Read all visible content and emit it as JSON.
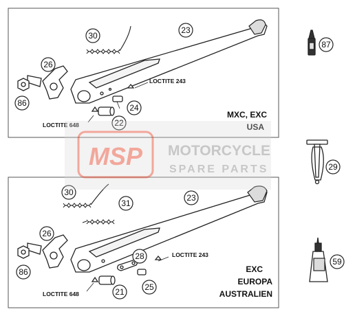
{
  "upper_panel": {
    "labels": {
      "loctite_243": "LOCTITE 243",
      "loctite_648": "LOCTITE 648",
      "model_line": "MXC, EXC",
      "region_line": "USA"
    },
    "callouts": [
      "30",
      "23",
      "26",
      "86",
      "24",
      "22"
    ]
  },
  "lower_panel": {
    "labels": {
      "loctite_243": "LOCTITE 243",
      "loctite_648": "LOCTITE 648",
      "model_line": "EXC",
      "region_line_1": "EUROPA",
      "region_line_2": "AUSTRALIEN"
    },
    "callouts": [
      "30",
      "31",
      "23",
      "26",
      "86",
      "28",
      "25",
      "21"
    ]
  },
  "side_parts": {
    "callouts": [
      "87",
      "29",
      "59"
    ]
  },
  "watermark": {
    "logo": "MSP",
    "title": "MOTORCYCLE",
    "subtitle": "SPARE PARTS"
  },
  "colors": {
    "watermark_red": "#e8604a",
    "watermark_gray": "#9a9a9a",
    "line": "#222222"
  }
}
